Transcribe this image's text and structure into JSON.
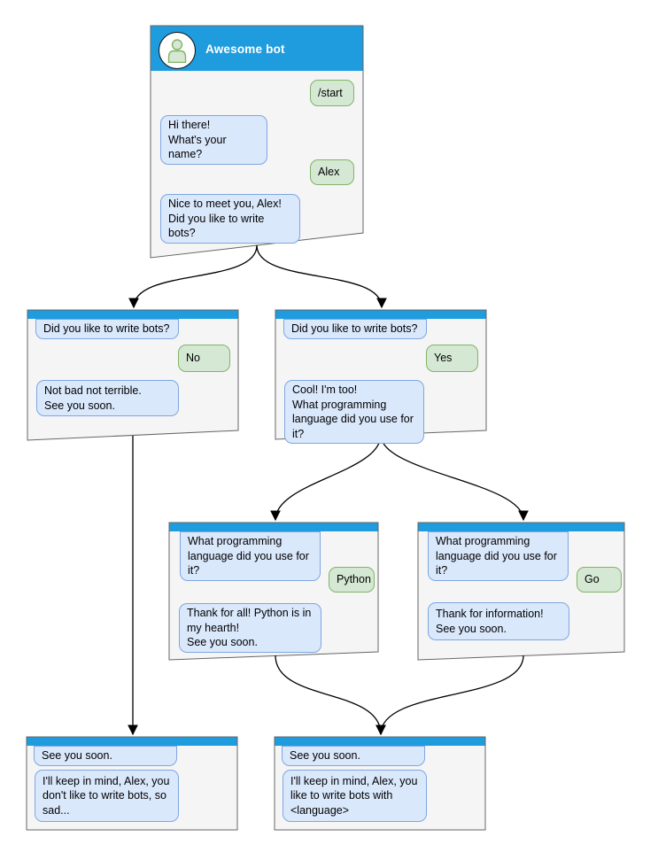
{
  "diagram": {
    "colors": {
      "header_blue": "#1E9CDE",
      "window_bg": "#F5F5F5",
      "window_border": "#666666",
      "bot_bubble_bg": "#DAE8FC",
      "bot_bubble_border": "#7EA6E0",
      "user_bubble_bg": "#D5E8D4",
      "user_bubble_border": "#82B366",
      "arrow": "#000000"
    },
    "windows": {
      "main": {
        "title": "Awesome bot",
        "messages": [
          {
            "from": "user",
            "text": "/start"
          },
          {
            "from": "bot",
            "text": "Hi there!\nWhat's your name?"
          },
          {
            "from": "user",
            "text": "Alex"
          },
          {
            "from": "bot",
            "text": "Nice to meet you, Alex!\nDid you like to write bots?"
          }
        ]
      },
      "branch_no": {
        "messages": [
          {
            "from": "bot",
            "text": "Did you like to write bots?"
          },
          {
            "from": "user",
            "text": "No"
          },
          {
            "from": "bot",
            "text": "Not bad not terrible.\nSee you soon."
          }
        ]
      },
      "branch_yes": {
        "messages": [
          {
            "from": "bot",
            "text": "Did you like to write bots?"
          },
          {
            "from": "user",
            "text": "Yes"
          },
          {
            "from": "bot",
            "text": "Cool! I'm too!\nWhat programming\nlanguage did you use for it?"
          }
        ]
      },
      "branch_python": {
        "messages": [
          {
            "from": "bot",
            "text": "What programming\nlanguage did you use for it?"
          },
          {
            "from": "user",
            "text": "Python"
          },
          {
            "from": "bot",
            "text": "Thank for all! Python is in\nmy hearth!\nSee you soon."
          }
        ]
      },
      "branch_go": {
        "messages": [
          {
            "from": "bot",
            "text": "What programming\nlanguage did you use for it?"
          },
          {
            "from": "user",
            "text": "Go"
          },
          {
            "from": "bot",
            "text": "Thank for information!\nSee you soon."
          }
        ]
      },
      "end_no": {
        "messages": [
          {
            "from": "bot",
            "text": "See you soon."
          },
          {
            "from": "bot",
            "text": "I'll keep in mind, Alex, you\ndon't like to write bots, so\nsad..."
          }
        ]
      },
      "end_yes": {
        "messages": [
          {
            "from": "bot",
            "text": "See you soon."
          },
          {
            "from": "bot",
            "text": "I'll keep in mind, Alex, you\nlike to write bots with\n<language>"
          }
        ]
      }
    },
    "edges": [
      {
        "from": "main",
        "to": "branch_no"
      },
      {
        "from": "main",
        "to": "branch_yes"
      },
      {
        "from": "branch_no",
        "to": "end_no"
      },
      {
        "from": "branch_yes",
        "to": "branch_python"
      },
      {
        "from": "branch_yes",
        "to": "branch_go"
      },
      {
        "from": "branch_python",
        "to": "end_yes"
      },
      {
        "from": "branch_go",
        "to": "end_yes"
      }
    ]
  }
}
